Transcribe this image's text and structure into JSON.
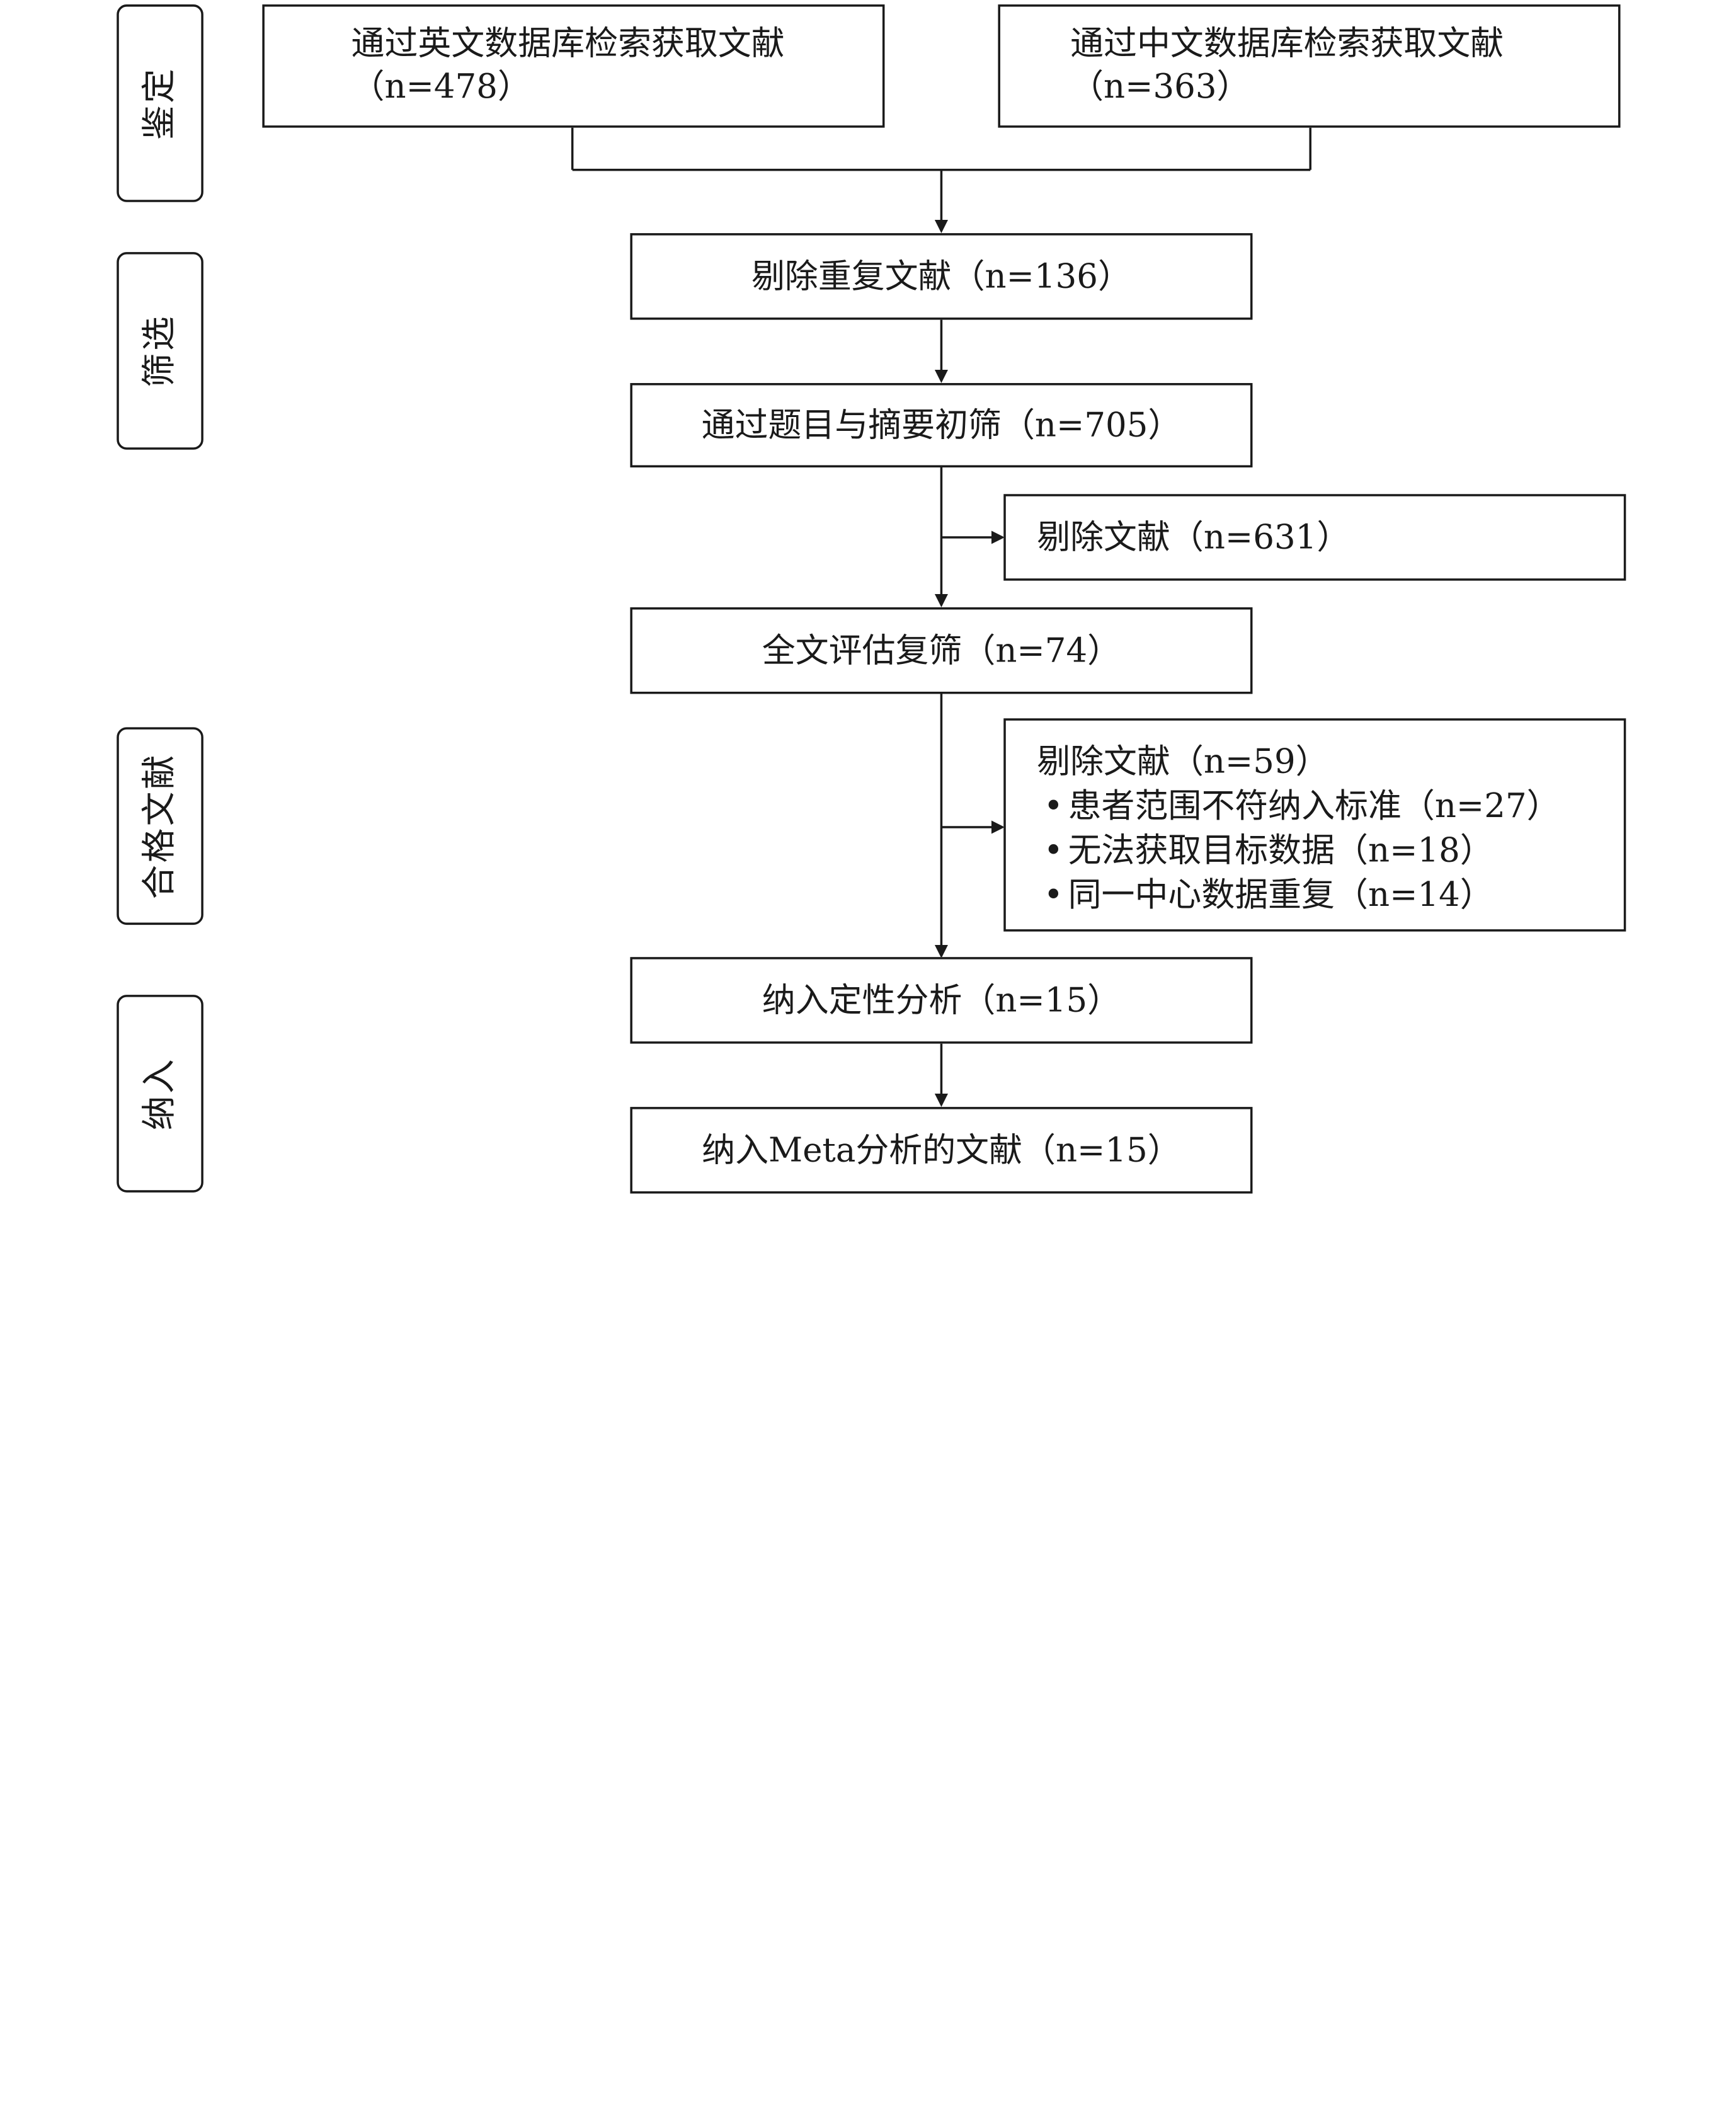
{
  "phases": {
    "identification": "鉴定",
    "screening": "筛选",
    "eligibility": "合格文献",
    "included": "纳入"
  },
  "boxes": {
    "english_db": {
      "line1": "通过英文数据库检索获取文献",
      "line2": "（n=478）"
    },
    "chinese_db": {
      "line1": "通过中文数据库检索获取文献",
      "line2": "（n=363）"
    },
    "duplicates_removed": "剔除重复文献（n=136）",
    "title_abstract_screen": "通过题目与摘要初筛（n=705）",
    "excluded_first": "剔除文献（n=631）",
    "fulltext_assessment": "全文评估复筛（n=74）",
    "excluded_second": {
      "title": "剔除文献（n=59）",
      "reasons": [
        "患者范围不符纳入标准（n=27）",
        "无法获取目标数据（n=18）",
        "同一中心数据重复（n=14）"
      ]
    },
    "qualitative": "纳入定性分析（n=15）",
    "meta": "纳入Meta分析的文献（n=15）"
  }
}
